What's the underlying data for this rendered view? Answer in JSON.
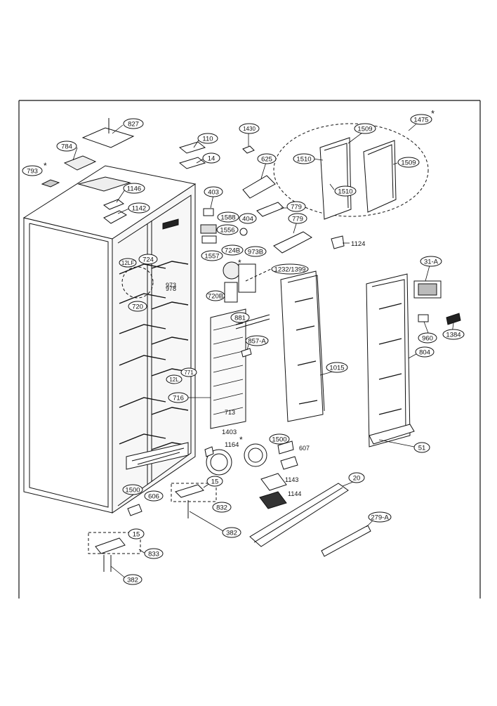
{
  "diagram": {
    "labels": {
      "l827": "827",
      "l784": "784",
      "l793": "793",
      "l110": "110",
      "l14": "14",
      "l1430": "1430",
      "l625": "625",
      "l1146": "1146",
      "l1142": "1142",
      "l403": "403",
      "l1588": "1588",
      "l1556": "1556",
      "l404": "404",
      "l779a": "779",
      "l779b": "779",
      "l1557": "1557",
      "l724B": "724B",
      "l973B": "973B",
      "l1232": "1232/1399",
      "l720B": "720B",
      "l724": "724",
      "l720": "720",
      "l973": "973",
      "l978": "978",
      "l12LF": "12LF",
      "l12L": "12L",
      "l771": "771",
      "l881": "881",
      "l857A": "857-A",
      "l716": "716",
      "l713": "713",
      "l1015": "1015",
      "l1403": "1403",
      "l1164": "1164",
      "l1500a": "1500",
      "l607": "607",
      "l1143": "1143",
      "l1144": "1144",
      "l1500b": "1500",
      "l606": "606",
      "l15a": "15",
      "l832": "832",
      "l382a": "382",
      "l15b": "15",
      "l833": "833",
      "l382b": "382",
      "l20": "20",
      "l279A": "279-A",
      "l1475": "1475",
      "l1509a": "1509",
      "l1510a": "1510",
      "l1509b": "1509",
      "l1510b": "1510",
      "l1124": "1124",
      "l31A": "31-A",
      "l960": "960",
      "l1384": "1384",
      "l804": "804",
      "l51": "51"
    }
  }
}
